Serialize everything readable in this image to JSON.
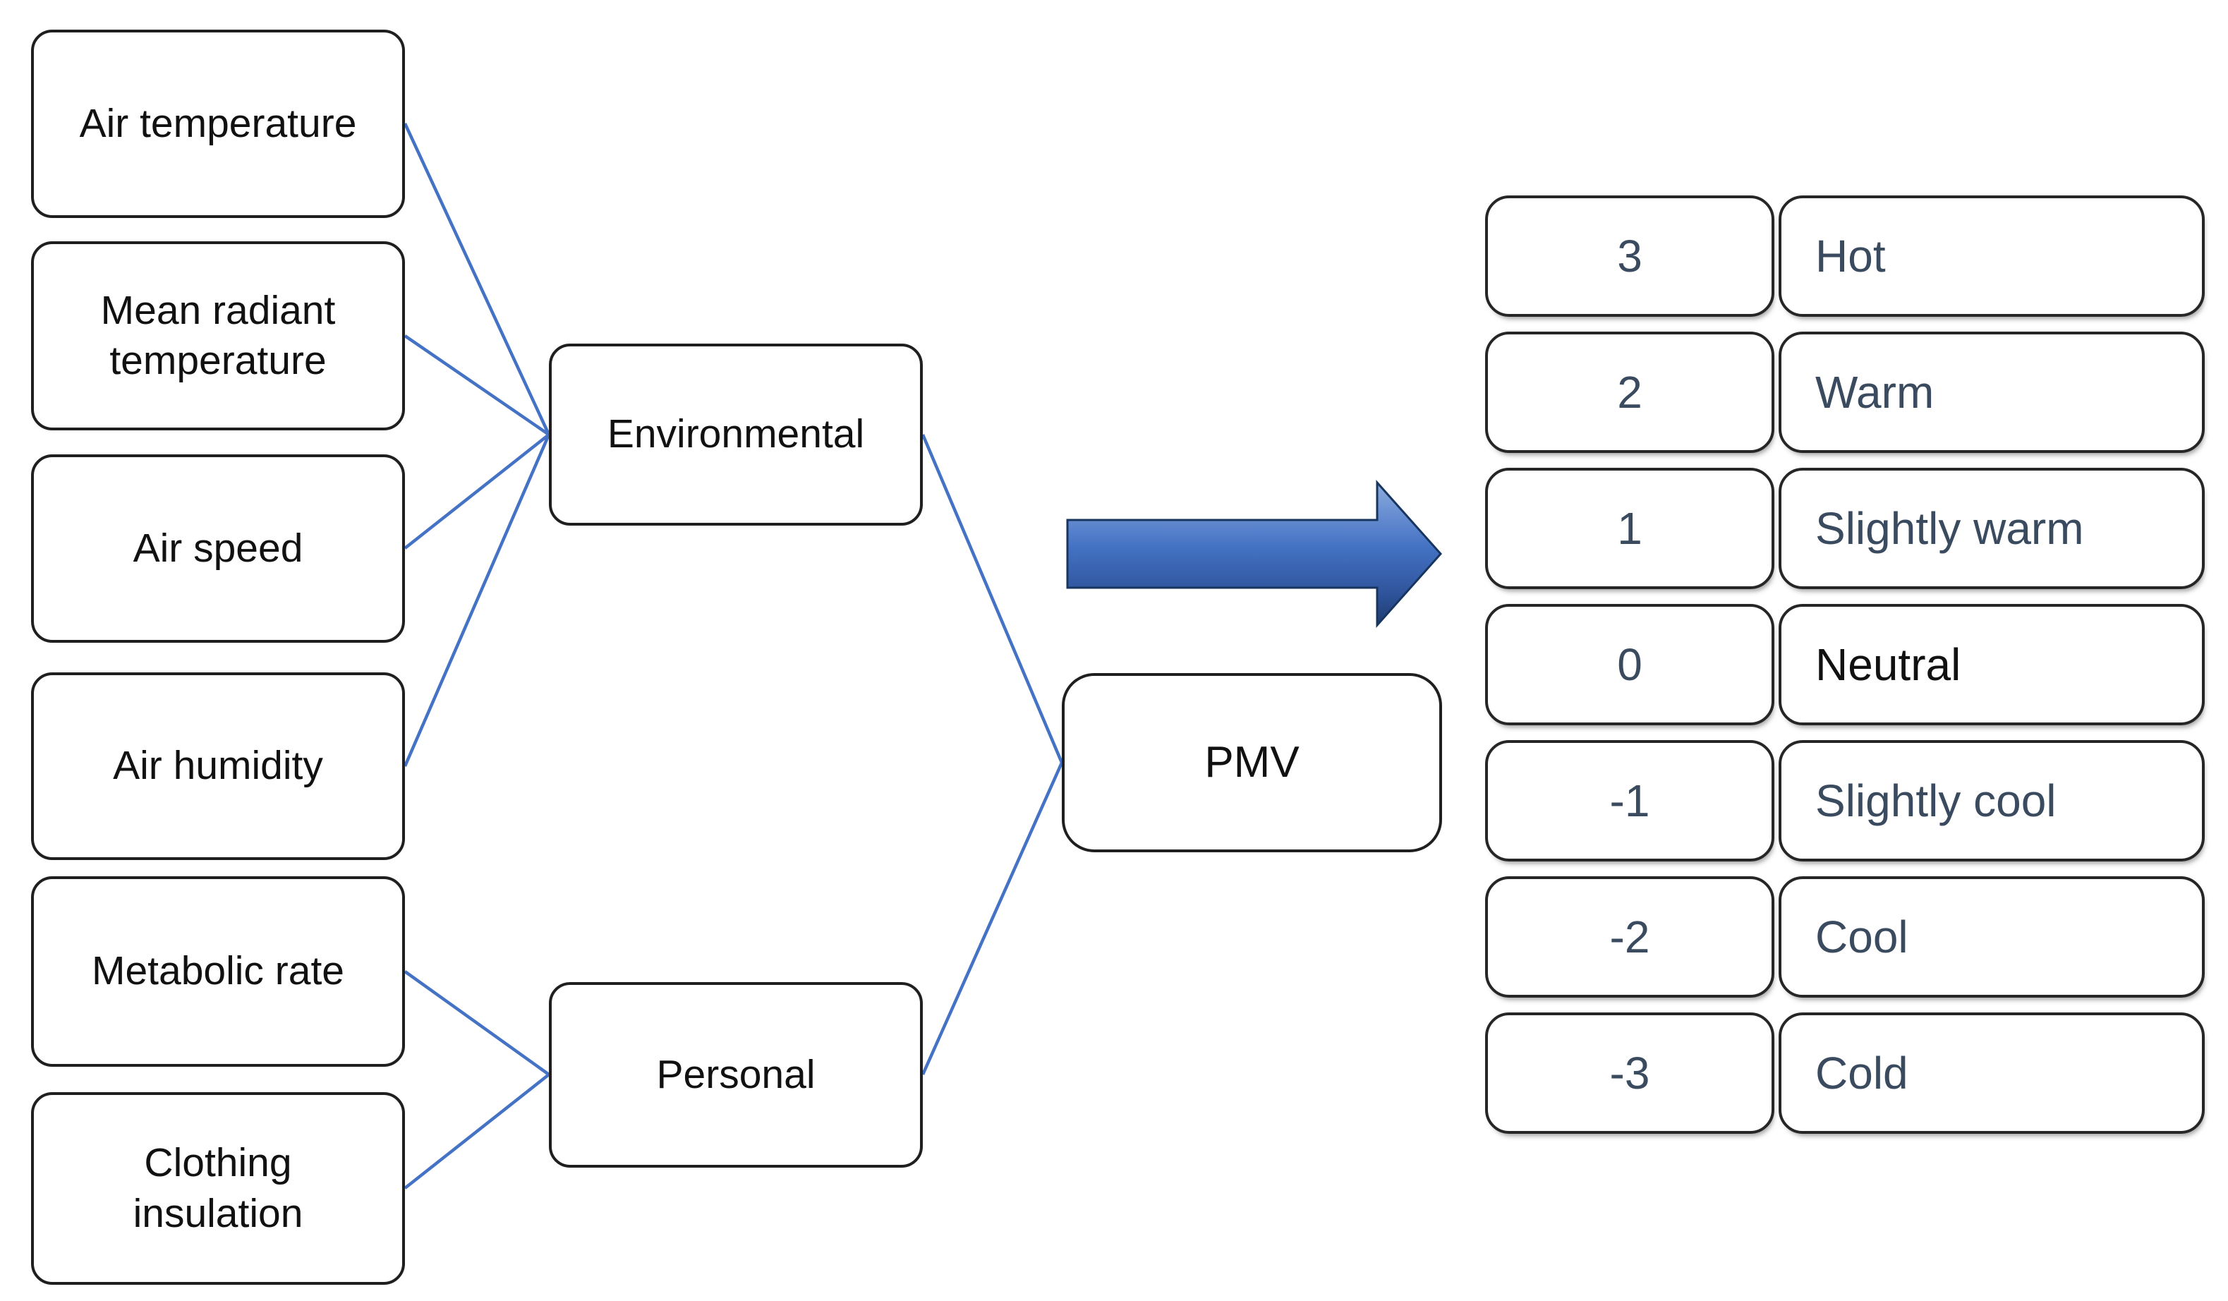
{
  "colors": {
    "background": "#FFFFFF",
    "connector_blue": "#4472C4",
    "arrow_blue": "#4472C4",
    "box_border": "#1F1F1F",
    "diagram_text": "#111111",
    "scale_text": "#3A4A5F",
    "neutral_text": "#111111"
  },
  "factors": [
    {
      "label": "Air temperature",
      "group": "Environmental"
    },
    {
      "label": "Mean radiant temperature",
      "group": "Environmental"
    },
    {
      "label": "Air speed",
      "group": "Environmental"
    },
    {
      "label": "Air humidity",
      "group": "Environmental"
    },
    {
      "label": "Metabolic rate",
      "group": "Personal"
    },
    {
      "label": "Clothing insulation",
      "group": "Personal"
    }
  ],
  "groups": [
    {
      "label": "Environmental"
    },
    {
      "label": "Personal"
    }
  ],
  "output": {
    "label": "PMV"
  },
  "arrow_icon": "right-block-arrow",
  "scale": {
    "rows": [
      {
        "value": "3",
        "label": "Hot",
        "label_color": "#3A4A5F"
      },
      {
        "value": "2",
        "label": "Warm",
        "label_color": "#3A4A5F"
      },
      {
        "value": "1",
        "label": "Slightly warm",
        "label_color": "#3A4A5F"
      },
      {
        "value": "0",
        "label": "Neutral",
        "label_color": "#111111"
      },
      {
        "value": "-1",
        "label": "Slightly cool",
        "label_color": "#3A4A5F"
      },
      {
        "value": "-2",
        "label": "Cool",
        "label_color": "#3A4A5F"
      },
      {
        "value": "-3",
        "label": "Cold",
        "label_color": "#3A4A5F"
      }
    ]
  }
}
